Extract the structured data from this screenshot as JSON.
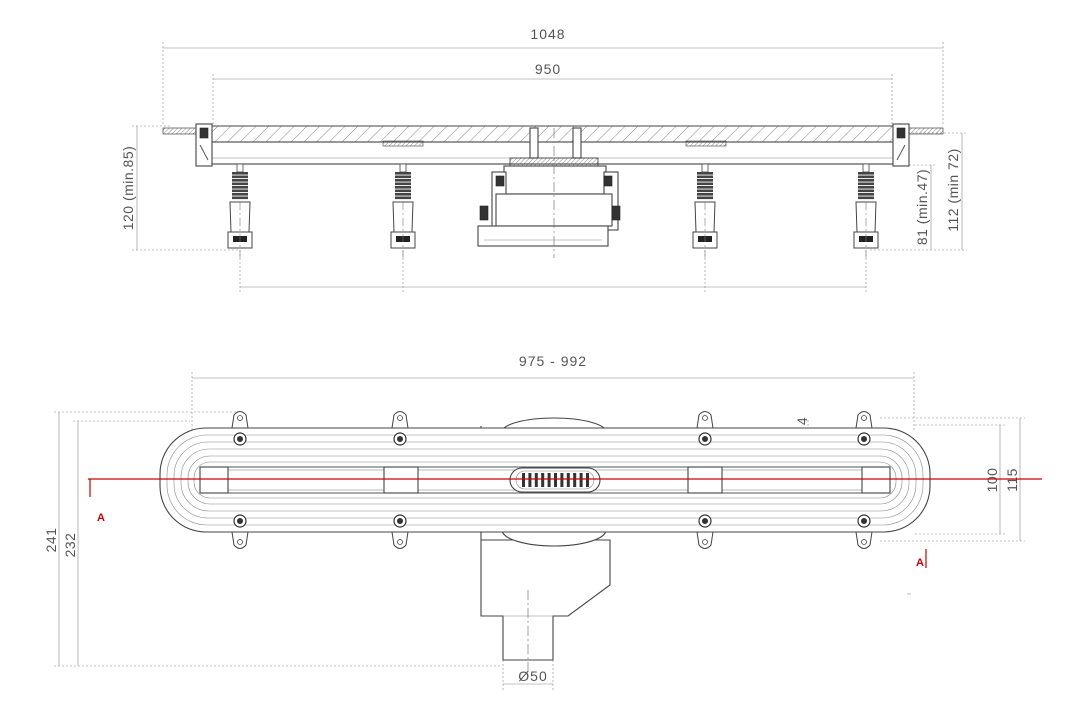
{
  "top_view": {
    "dim_total_width": "1048",
    "dim_channel_width": "950",
    "dim_height_left": "120 (min.85)",
    "dim_height_right_inner": "81 (min.47)",
    "dim_height_right_outer": "112 (min 72)"
  },
  "plan_view": {
    "dim_adjustable_length": "975 - 992",
    "dim_total_height_outer": "241",
    "dim_total_height_inner": "232",
    "dim_inner_width": "100",
    "dim_outer_width": "115",
    "dim_slot": "4",
    "dim_outlet_diameter": "Ø50",
    "section_marker_left": "A",
    "section_marker_right": "A"
  },
  "colors": {
    "line": "#555555",
    "section_line": "#cc0000"
  }
}
